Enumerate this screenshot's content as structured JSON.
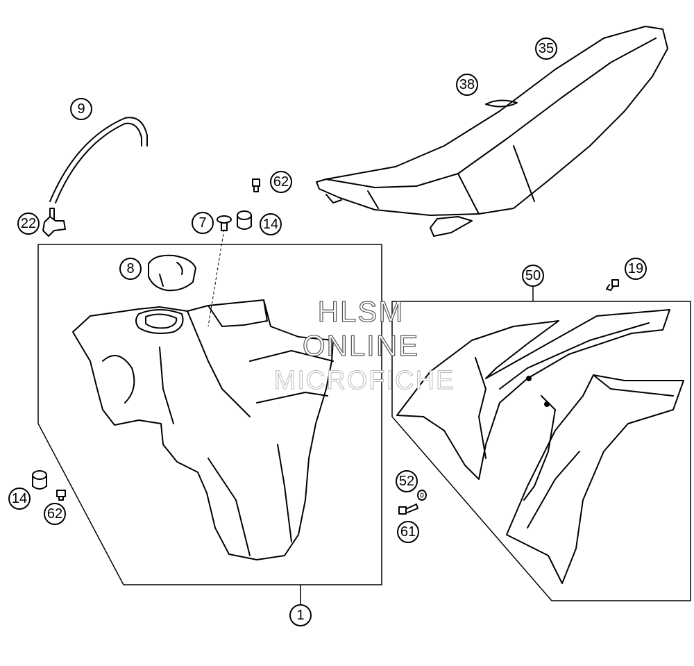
{
  "watermark": {
    "line1": "HLSM",
    "line2": "ONLINE",
    "line3": "MICROFICHE"
  },
  "callouts": {
    "c35": "35",
    "c38": "38",
    "c9": "9",
    "c62a": "62",
    "c22": "22",
    "c7": "7",
    "c14a": "14",
    "c8": "8",
    "c50": "50",
    "c19": "19",
    "c14b": "14",
    "c62b": "62",
    "c52": "52",
    "c61": "61",
    "c1": "1"
  }
}
